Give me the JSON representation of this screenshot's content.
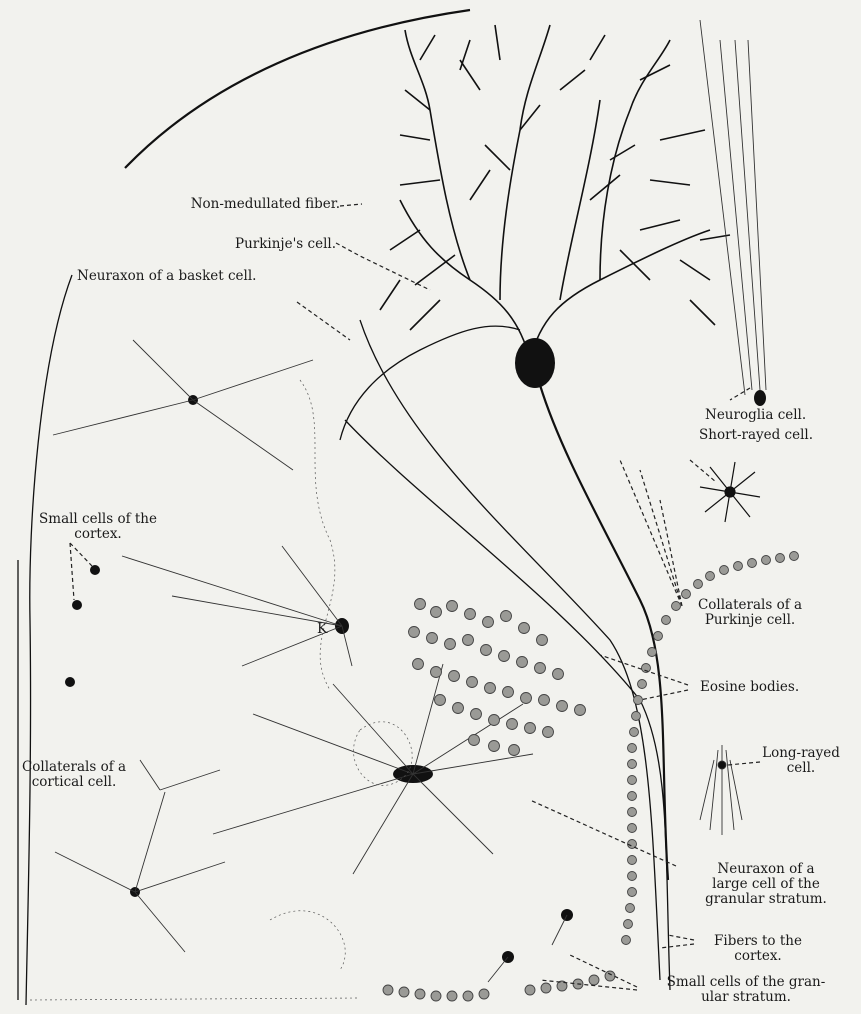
{
  "labels": {
    "non_medullated_fiber": "Non-medullated fiber.",
    "purkinje_cell": "Purkinje's cell.",
    "basket_neuraxon": "Neuraxon of a basket cell.",
    "neuroglia_cell": "Neuroglia cell.",
    "short_rayed_cell": "Short-rayed cell.",
    "small_cells_cortex_1": "Small cells of the",
    "small_cells_cortex_2": "cortex.",
    "collaterals_purkinje_1": "Collaterals of a",
    "collaterals_purkinje_2": "Purkinje cell.",
    "k_marker": "K",
    "eosine_bodies": "Eosine bodies.",
    "long_rayed_1": "Long-rayed",
    "long_rayed_2": "cell.",
    "collaterals_cortical_1": "Collaterals of a",
    "collaterals_cortical_2": "cortical cell.",
    "neuraxon_large_1": "Neuraxon of a",
    "neuraxon_large_2": "large cell of the",
    "neuraxon_large_3": "granular stratum.",
    "fibers_cortex_1": "Fibers to the",
    "fibers_cortex_2": "cortex.",
    "small_cells_granular_1": "Small cells of the gran-",
    "small_cells_granular_2": "ular stratum."
  }
}
